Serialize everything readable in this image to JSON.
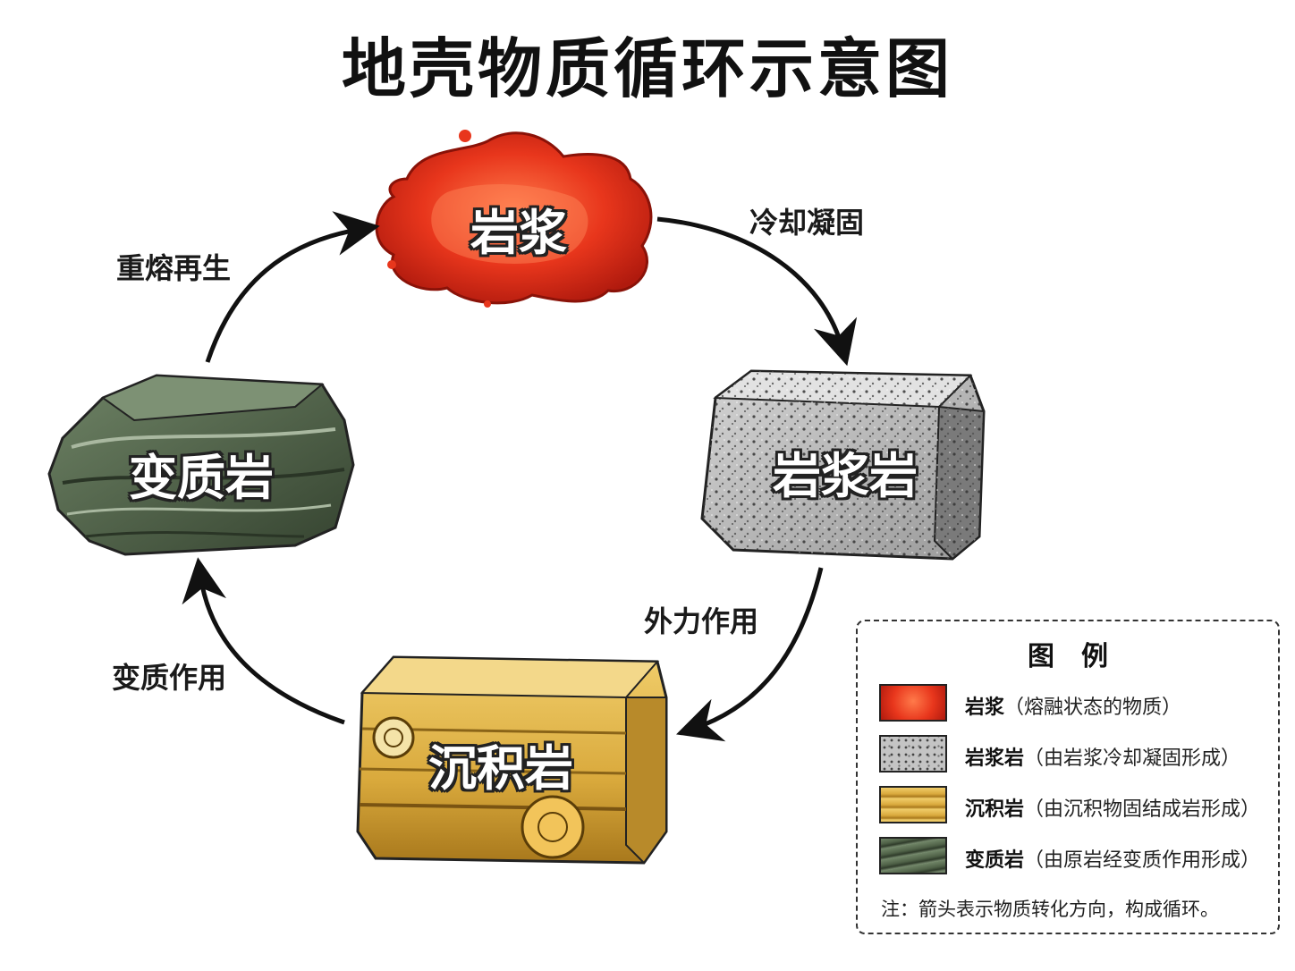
{
  "title": "地壳物质循环示意图",
  "nodes": {
    "magma": "岩浆",
    "igneous": "岩浆岩",
    "sedimentary": "沉积岩",
    "metamorphic": "变质岩"
  },
  "processes": {
    "cooling": "冷却凝固",
    "external": "外力作用",
    "metamorphism": "变质作用",
    "remelting": "重熔再生"
  },
  "legend": {
    "title": "图例",
    "items": [
      {
        "name": "岩浆",
        "desc": "（熔融状态的物质）"
      },
      {
        "name": "岩浆岩",
        "desc": "（由岩浆冷却凝固形成）"
      },
      {
        "name": "沉积岩",
        "desc": "（由沉积物固结成岩形成）"
      },
      {
        "name": "变质岩",
        "desc": "（由原岩经变质作用形成）"
      }
    ],
    "note": "注：箭头表示物质转化方向，构成循环。"
  },
  "colors": {
    "magma": "#e8361c",
    "igneous": "#b5b5b5",
    "sedimentary": "#d9a93c",
    "metamorphic": "#4f6147",
    "arrow": "#111111"
  }
}
